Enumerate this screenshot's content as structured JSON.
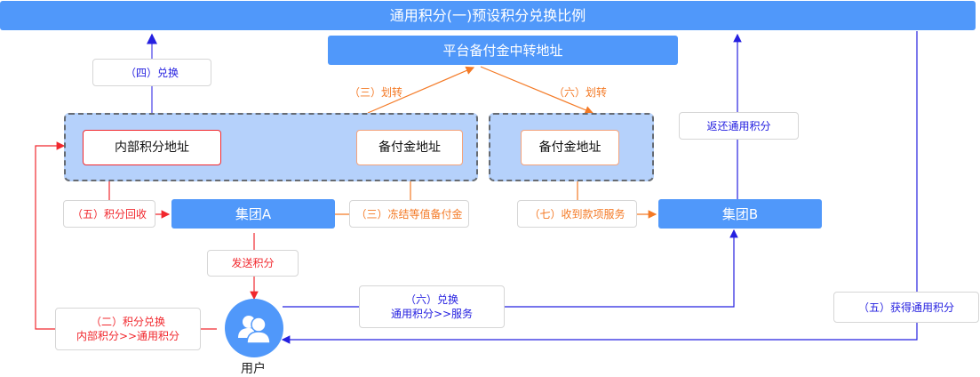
{
  "title": "通用积分(一)预设积分兑换比例",
  "platform_relay": "平台备付金中转地址",
  "group_a": {
    "name": "集团A",
    "internal_address": "内部积分地址",
    "reserve_address": "备付金地址"
  },
  "group_b": {
    "name": "集团B",
    "reserve_address": "备付金地址"
  },
  "user": {
    "label": "用户",
    "icon": "users-icon"
  },
  "edges": {
    "exchange_4": "（四）兑换",
    "transfer_3": "（三）划转",
    "transfer_6": "（六）划转",
    "return_points": "返还通用积分",
    "recycle_5": "（五）积分回收",
    "freeze_3": "（三）冻结等值备付金",
    "receive_7": "（七）收到款项服务",
    "send_points": "发送积分",
    "exchange_6_line1": "（六）兑换",
    "exchange_6_line2": "通用积分>>服务",
    "exchange_2_line1": "（二）积分兑换",
    "exchange_2_line2": "内部积分>>通用积分",
    "obtain_5": "（五）获得通用积分"
  },
  "colors": {
    "primary": "#5098fa",
    "group_fill": "#b5d1fb",
    "red": "#f1282e",
    "orange": "#f47a26",
    "navy": "#2520e0"
  }
}
